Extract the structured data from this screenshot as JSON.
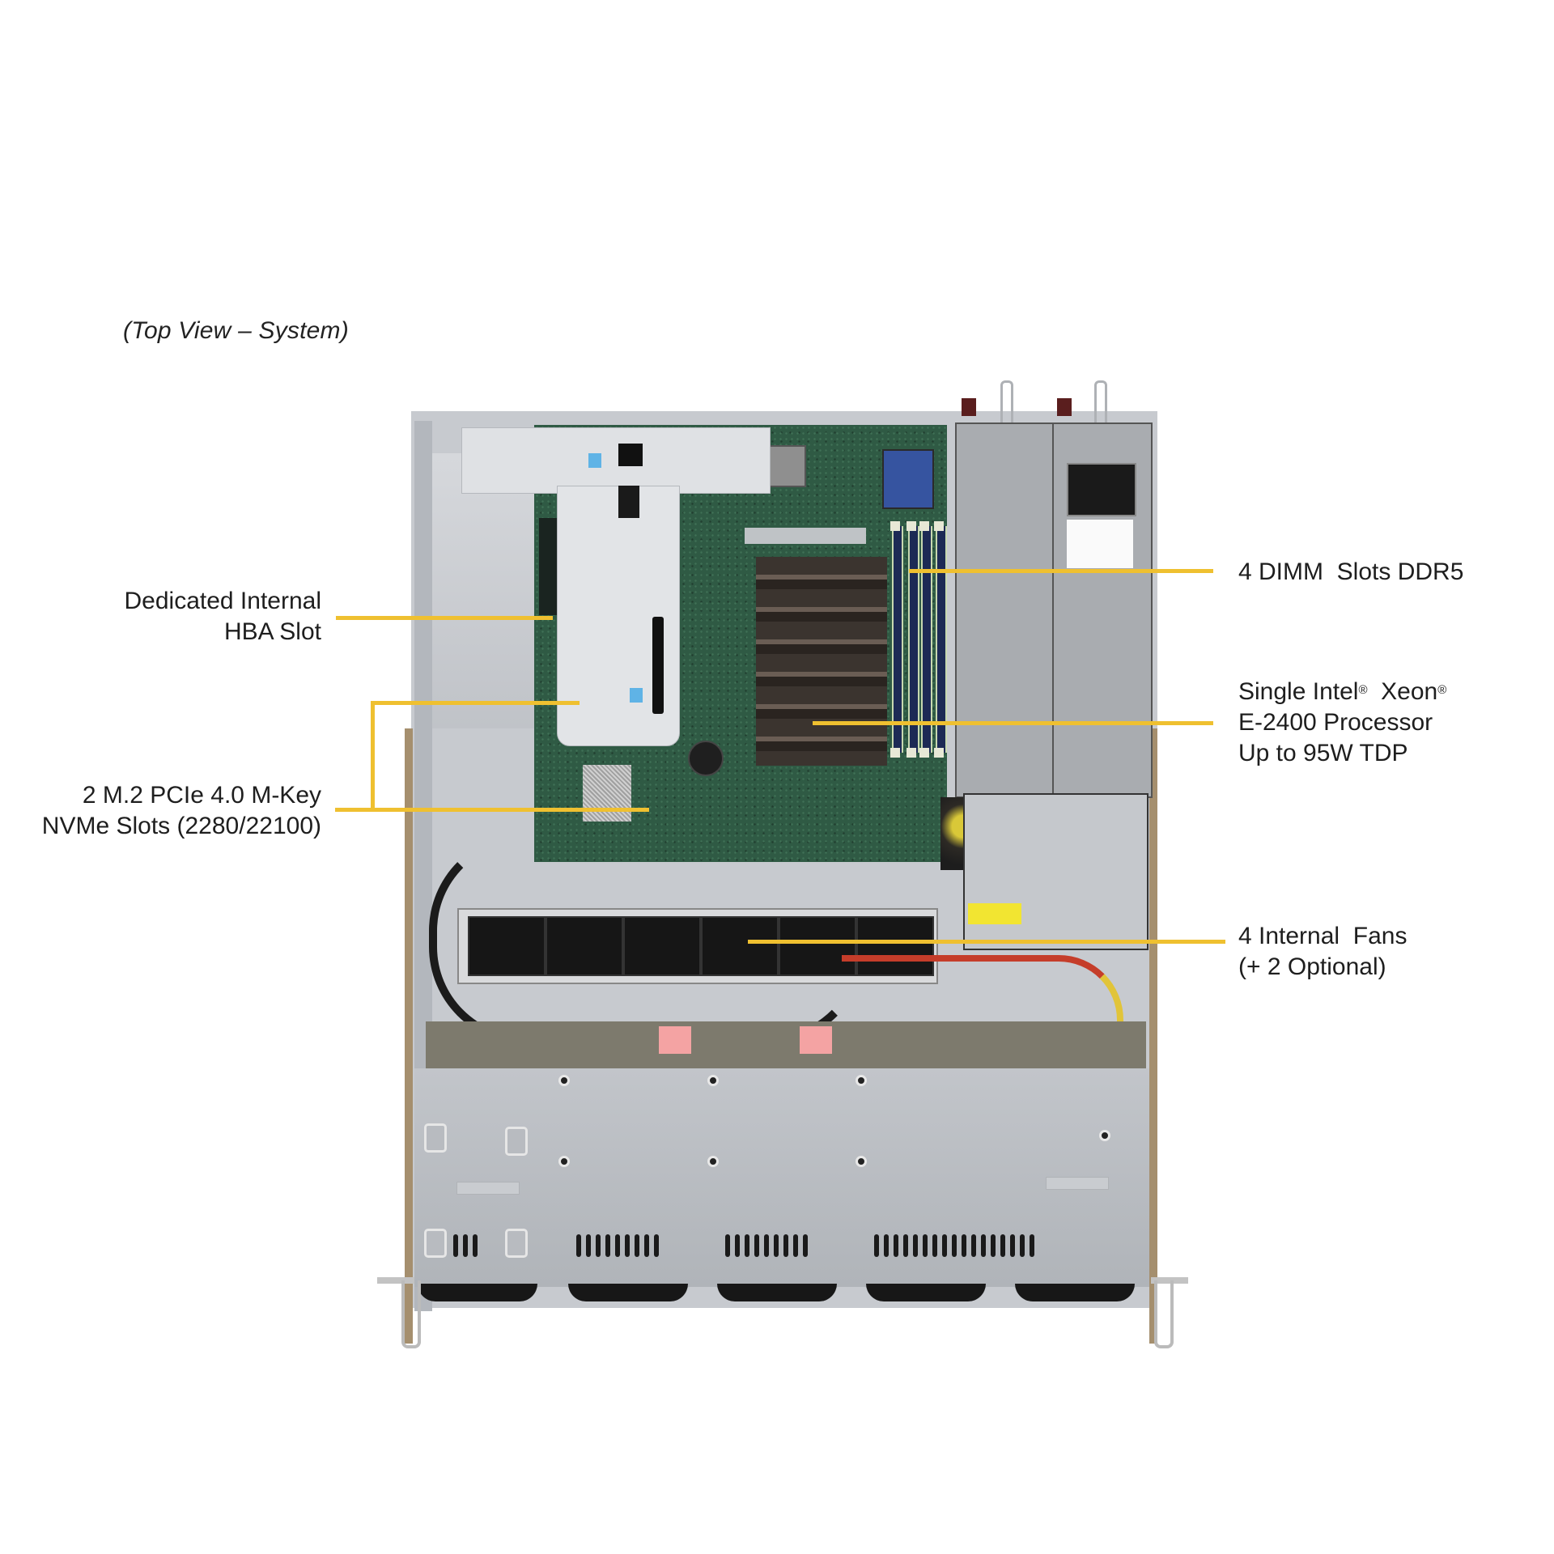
{
  "caption": "(Top View – System)",
  "colors": {
    "leader_line": "#EFC030",
    "text": "#1e1e1e",
    "background": "#ffffff"
  },
  "callouts": [
    {
      "id": "hba",
      "side": "left",
      "lines": [
        "Dedicated Internal",
        "HBA Slot"
      ]
    },
    {
      "id": "m2",
      "side": "left",
      "lines": [
        "2 M.2 PCIe 4.0 M-Key",
        "NVMe Slots (2280/22100)"
      ]
    },
    {
      "id": "dimm",
      "side": "right",
      "lines": [
        "4 DIMM  Slots DDR5"
      ]
    },
    {
      "id": "cpu",
      "side": "right",
      "lines": [
        "Single Intel",
        "Xeon",
        "E-2400 Processor",
        "Up to 95W TDP"
      ],
      "reg_mark": "®"
    },
    {
      "id": "fans",
      "side": "right",
      "lines": [
        "4 Internal  Fans",
        "(+ 2 Optional)"
      ]
    }
  ],
  "image": {
    "subject": "1U server chassis top view",
    "components": [
      "riser-bracket",
      "motherboard",
      "cpu-heatsink",
      "dimm-slots",
      "power-supplies",
      "fan-tray",
      "front-panel"
    ]
  }
}
